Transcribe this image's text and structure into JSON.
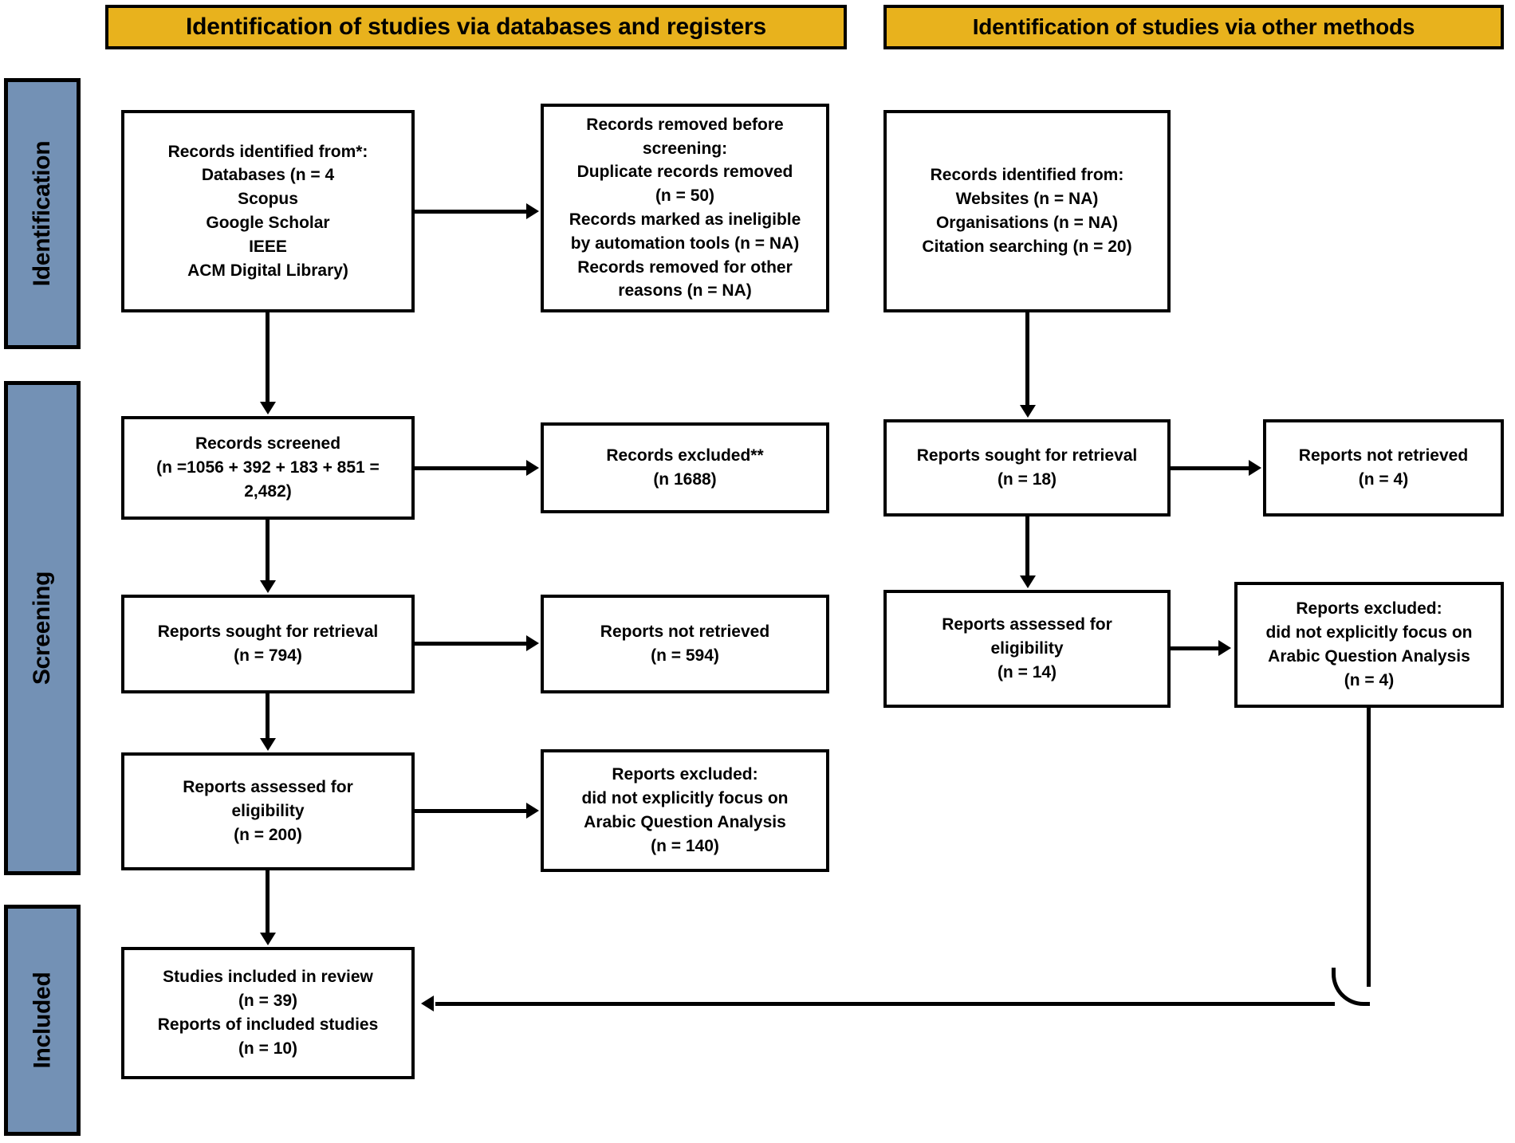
{
  "headers": {
    "databases": "Identification of studies via databases and registers",
    "other": "Identification of studies via other methods"
  },
  "stages": {
    "identification": "Identification",
    "screening": "Screening",
    "included": "Included"
  },
  "colors": {
    "header_yellow": "#e8b21d",
    "stage_blue": "#7391b5",
    "border_black": "#000000",
    "box_white": "#ffffff"
  },
  "left_column": {
    "identified": {
      "l1": "Records identified from*:",
      "l2": "Databases (n = 4",
      "l3": "Scopus",
      "l4": "Google Scholar",
      "l5": "IEEE",
      "l6": "ACM Digital Library)"
    },
    "removed_before_screening": {
      "l1": "Records removed before",
      "l2": "screening:",
      "l3": "Duplicate records removed",
      "l4": "(n = 50)",
      "l5": "Records marked as ineligible",
      "l6": "by automation tools (n = NA)",
      "l7": "Records removed for other",
      "l8": "reasons (n = NA)"
    },
    "records_screened": {
      "l1": "Records screened",
      "l2": "(n =1056 + 392 + 183 + 851 =",
      "l3": "2,482)"
    },
    "records_excluded": {
      "l1": "Records excluded**",
      "l2": "(n 1688)"
    },
    "reports_sought": {
      "l1": "Reports sought for retrieval",
      "l2": "(n = 794)"
    },
    "reports_not_retrieved": {
      "l1": "Reports not retrieved",
      "l2": "(n = 594)"
    },
    "reports_assessed": {
      "l1": "Reports assessed for",
      "l2": "eligibility",
      "l3": "(n = 200)"
    },
    "reports_excluded": {
      "l1": "Reports excluded:",
      "l2": "did not explicitly focus on",
      "l3": "Arabic Question Analysis",
      "l4": "(n = 140)"
    },
    "studies_included": {
      "l1": "Studies included in review",
      "l2": "(n = 39)",
      "l3": "Reports of included studies",
      "l4": "(n = 10)"
    }
  },
  "right_column": {
    "identified": {
      "l1": "Records identified from:",
      "l2": "Websites (n = NA)",
      "l3": "Organisations (n = NA)",
      "l4": "Citation searching (n = 20)"
    },
    "reports_sought": {
      "l1": "Reports sought for retrieval",
      "l2": "(n = 18)"
    },
    "reports_not_retrieved": {
      "l1": "Reports not retrieved",
      "l2": "(n = 4)"
    },
    "reports_assessed": {
      "l1": "Reports assessed for",
      "l2": "eligibility",
      "l3": "(n = 14)"
    },
    "reports_excluded": {
      "l1": "Reports excluded:",
      "l2": "did not explicitly focus on",
      "l3": "Arabic Question Analysis",
      "l4": "(n = 4)"
    }
  }
}
